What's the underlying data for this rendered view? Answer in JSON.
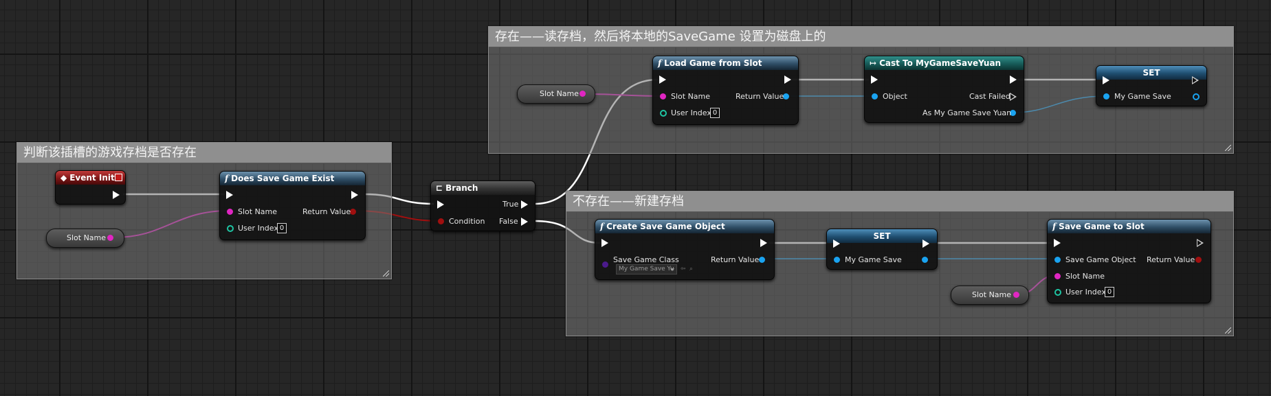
{
  "comments": {
    "load_title": "存在——读存档，然后将本地的SaveGame 设置为磁盘上的",
    "check_title": "判断该插槽的游戏存档是否存在",
    "create_title": "不存在——新建存档"
  },
  "nodes": {
    "event_init": {
      "title": "Event Init"
    },
    "does_save_game_exist": {
      "icon": "function-icon",
      "title": "Does Save Game Exist",
      "slot_name": "Slot Name",
      "user_index": "User Index",
      "user_index_value": "0",
      "return_value": "Return Value"
    },
    "branch": {
      "icon": "branch-icon",
      "title": "Branch",
      "condition": "Condition",
      "true_label": "True",
      "false_label": "False"
    },
    "load_game_from_slot": {
      "icon": "function-icon",
      "title": "Load Game from Slot",
      "slot_name": "Slot Name",
      "user_index": "User Index",
      "user_index_value": "0",
      "return_value": "Return Value"
    },
    "cast_to": {
      "icon": "cast-icon",
      "title": "Cast To MyGameSaveYuan",
      "object": "Object",
      "cast_failed": "Cast Failed",
      "as_output": "As My Game Save Yuan"
    },
    "set_load": {
      "title": "SET",
      "var": "My Game Save"
    },
    "create_save_game_object": {
      "icon": "function-icon",
      "title": "Create Save Game Object",
      "save_game_class": "Save Game Class",
      "class_value": "My Game Save Yu",
      "return_value": "Return Value"
    },
    "set_create": {
      "title": "SET",
      "var": "My Game Save"
    },
    "save_game_to_slot": {
      "icon": "function-icon",
      "title": "Save Game to Slot",
      "save_game_object": "Save Game Object",
      "slot_name": "Slot Name",
      "user_index": "User Index",
      "user_index_value": "0",
      "return_value": "Return Value"
    }
  },
  "variables": {
    "slot_name_1": "Slot Name",
    "slot_name_2": "Slot Name",
    "slot_name_3": "Slot Name"
  },
  "colors": {
    "exec_wire": "#ffffff",
    "string_wire": "#e026c2",
    "object_wire": "#1aa3f0",
    "bool_wire": "#a00f0f"
  }
}
